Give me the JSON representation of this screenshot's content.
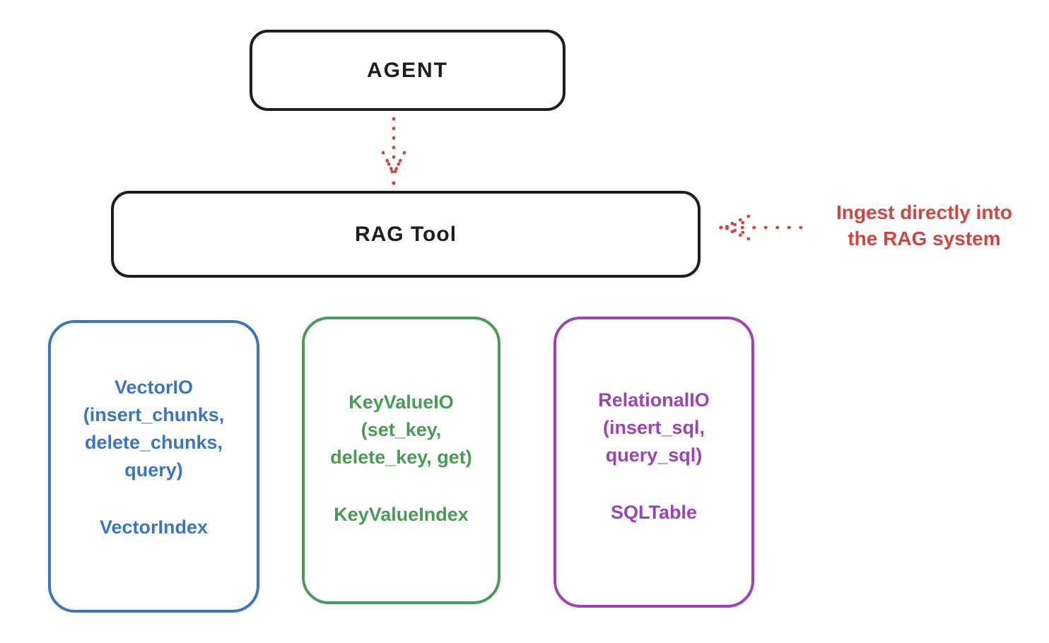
{
  "colors": {
    "black": "#1e1e1e",
    "red": "#cf4540",
    "blue": "#3b76c4",
    "green": "#4a9b55",
    "purple": "#9d42bb"
  },
  "agent_box": {
    "label": "AGENT"
  },
  "rag_tool_box": {
    "label": "RAG Tool"
  },
  "annotation": {
    "text_lines": [
      "Ingest directly into",
      "the RAG system"
    ],
    "color": "#cf4540"
  },
  "arrows": {
    "agent_to_rag": {
      "style": "dotted",
      "direction": "down",
      "color": "#cf4540"
    },
    "ingest_to_rag": {
      "style": "dotted",
      "direction": "left",
      "color": "#cf4540"
    }
  },
  "io_boxes": [
    {
      "id": "vector-io",
      "color": "#3b76c4",
      "method_lines": [
        "VectorIO",
        "(insert_chunks,",
        "delete_chunks,",
        "query)"
      ],
      "index_label": "VectorIndex"
    },
    {
      "id": "keyvalue-io",
      "color": "#4a9b55",
      "method_lines": [
        "KeyValueIO",
        "(set_key,",
        "delete_key, get)"
      ],
      "index_label": "KeyValueIndex"
    },
    {
      "id": "relational-io",
      "color": "#9d42bb",
      "method_lines": [
        "RelationalIO",
        "(insert_sql,",
        "query_sql)"
      ],
      "index_label": "SQLTable"
    }
  ]
}
